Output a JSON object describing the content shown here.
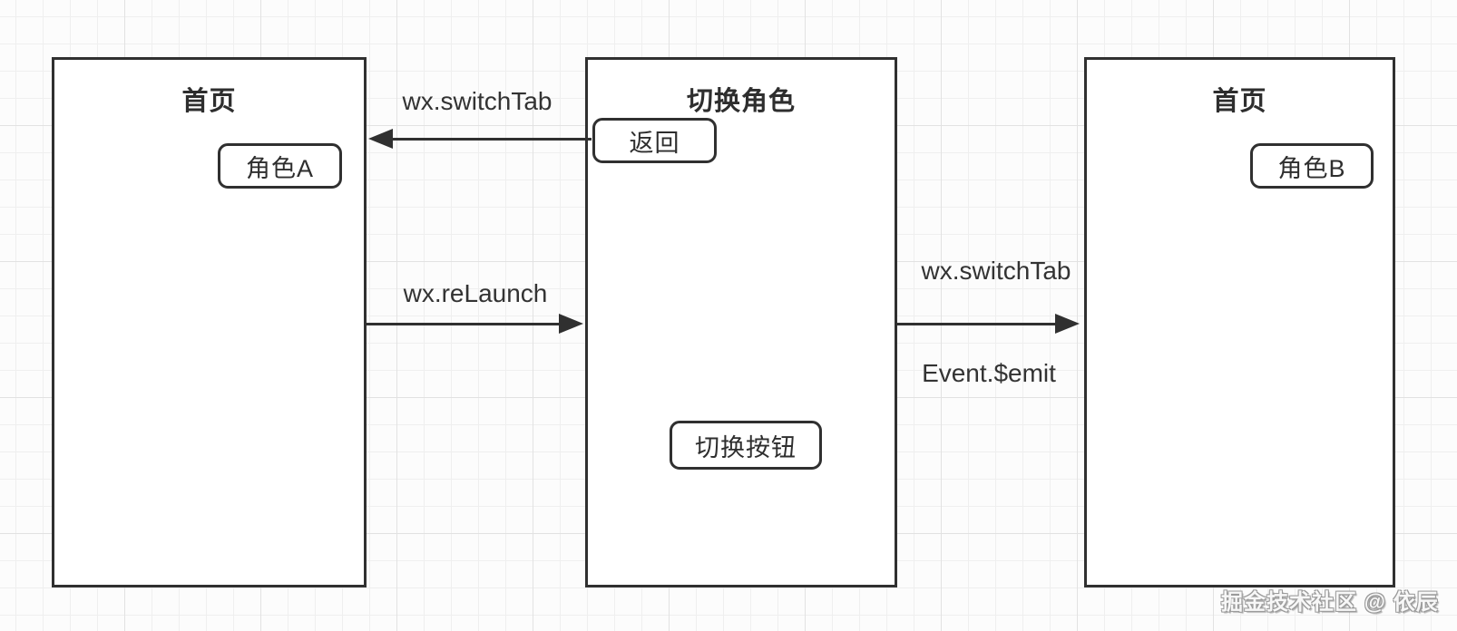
{
  "colors": {
    "stroke": "#303030",
    "box_fill": "#ffffff",
    "grid_minor": "#efefef",
    "grid_major": "#e2e2e2",
    "canvas_bg": "#fcfcfc",
    "watermark_fill": "#ffffff",
    "watermark_outline": "#9a9a9a"
  },
  "boxes": {
    "left": {
      "title": "首页",
      "node": "角色A"
    },
    "middle": {
      "title": "切换角色",
      "back_node": "返回",
      "switch_node": "切换按钮"
    },
    "right": {
      "title": "首页",
      "node": "角色B"
    }
  },
  "arrows": {
    "back_to_home_a": {
      "label": "wx.switchTab",
      "direction": "left"
    },
    "relaunch": {
      "label": "wx.reLaunch",
      "direction": "right"
    },
    "switch_to_home_b": {
      "label_top": "wx.switchTab",
      "label_bottom": "Event.$emit",
      "direction": "right"
    }
  },
  "watermark": "掘金技术社区 @ 依辰"
}
